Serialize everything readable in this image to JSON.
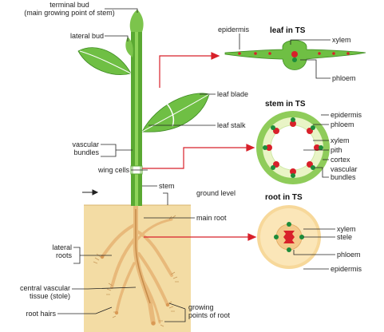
{
  "colors": {
    "stem_green": "#5aa832",
    "leaf_green": "#6fbf44",
    "soil": "#f3dca4",
    "root": "#e8b97a",
    "xylem": "#d8202a",
    "phloem": "#1d8c3a",
    "arrow": "#d8202a"
  },
  "labels": {
    "terminal_bud": "terminal bud\n(main growing point of stem)",
    "lateral_bud": "lateral bud",
    "leaf_blade": "leaf blade",
    "leaf_stalk": "leaf stalk",
    "vascular_bundles": "vascular\nbundles",
    "wing_cells": "wing cells",
    "stem": "stem",
    "ground_level": "ground level",
    "main_root": "main root",
    "lateral_roots": "lateral\nroots",
    "central_vascular_tissue": "central vascular\ntissue (stole)",
    "root_hairs": "root hairs",
    "growing_points_of_root": "growing\npoints of root"
  },
  "leaf_ts": {
    "title": "leaf in TS",
    "epidermis": "epidermis",
    "xylem": "xylem",
    "phloem": "phloem"
  },
  "stem_ts": {
    "title": "stem in TS",
    "epidermis": "epidermis",
    "phloem": "phloem",
    "xylem": "xylem",
    "pith": "pith",
    "cortex": "cortex",
    "vascular_bundles": "vascular\nbundles"
  },
  "root_ts": {
    "title": "root in TS",
    "xylem": "xylem",
    "stele": "stele",
    "phloem": "phloem",
    "epidermis": "epidermis"
  }
}
